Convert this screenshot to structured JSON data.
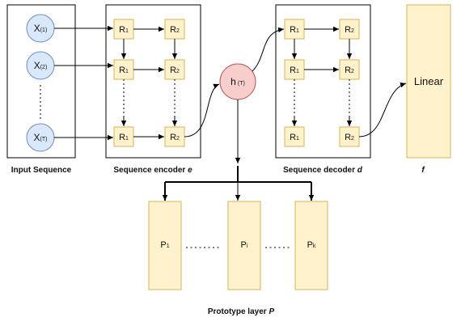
{
  "colors": {
    "input_fill": "#dae8fc",
    "input_stroke": "#6c8ebf",
    "cell_fill": "#fff2cc",
    "cell_stroke": "#d6b656",
    "hidden_fill": "#f8cecc",
    "hidden_stroke": "#b85450",
    "line": "#000000"
  },
  "inputs": [
    {
      "base": "X",
      "sub": "(1)"
    },
    {
      "base": "X",
      "sub": "(2)"
    },
    {
      "base": "X",
      "sub": "(T)"
    }
  ],
  "cells": {
    "r1": {
      "base": "R",
      "sub": "1"
    },
    "r2": {
      "base": "R",
      "sub": "2"
    }
  },
  "hidden": {
    "base": "h",
    "sub": "(T)"
  },
  "linear": {
    "label": "Linear"
  },
  "prototypes": [
    {
      "base": "P",
      "sub": "1"
    },
    {
      "base": "P",
      "sub": "i"
    },
    {
      "base": "P",
      "sub": "k"
    }
  ],
  "captions": {
    "input": "Input Sequence",
    "encoder": "Sequence encoder",
    "encoder_var": "e",
    "decoder": "Sequence decoder",
    "decoder_var": "d",
    "f_var": "f",
    "prototype": "Prototype layer",
    "prototype_var": "P"
  }
}
